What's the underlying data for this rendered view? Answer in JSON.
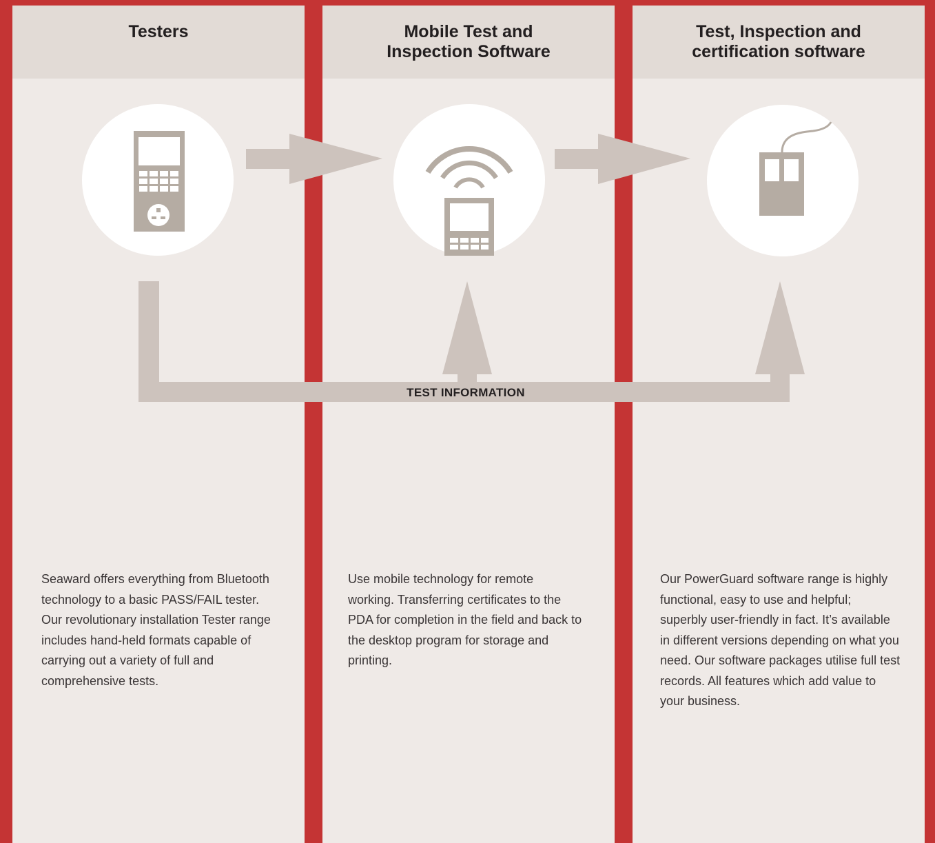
{
  "columns": [
    {
      "title": "Testers",
      "text": "Seaward offers everything from Bluetooth technology to a basic PASS/FAIL tester. Our revolutionary installation Tester range includes hand-held formats capable of carrying out a variety of full and comprehensive tests.",
      "icon": "handheld-tester-icon"
    },
    {
      "title": "Mobile Test and\nInspection Software",
      "text": "Use mobile technology for remote working. Transferring certificates to the PDA for completion in the field and back to the desktop program for storage and printing.",
      "icon": "wireless-pda-icon"
    },
    {
      "title": "Test, Inspection and\ncertification software",
      "text": "Our PowerGuard software range is highly functional, easy to use and helpful; superbly user-friendly in fact. It’s available in different versions depending on what you need. Our software packages utilise full test records. All features which add value to your business.",
      "icon": "computer-mouse-icon"
    }
  ],
  "flow_label": "TEST INFORMATION",
  "colors": {
    "background_red": "#c43434",
    "panel": "#efeae7",
    "header": "#e2dbd6",
    "arrow": "#cdc3bd",
    "icon": "#b5aca3",
    "circle": "#ffffff"
  }
}
